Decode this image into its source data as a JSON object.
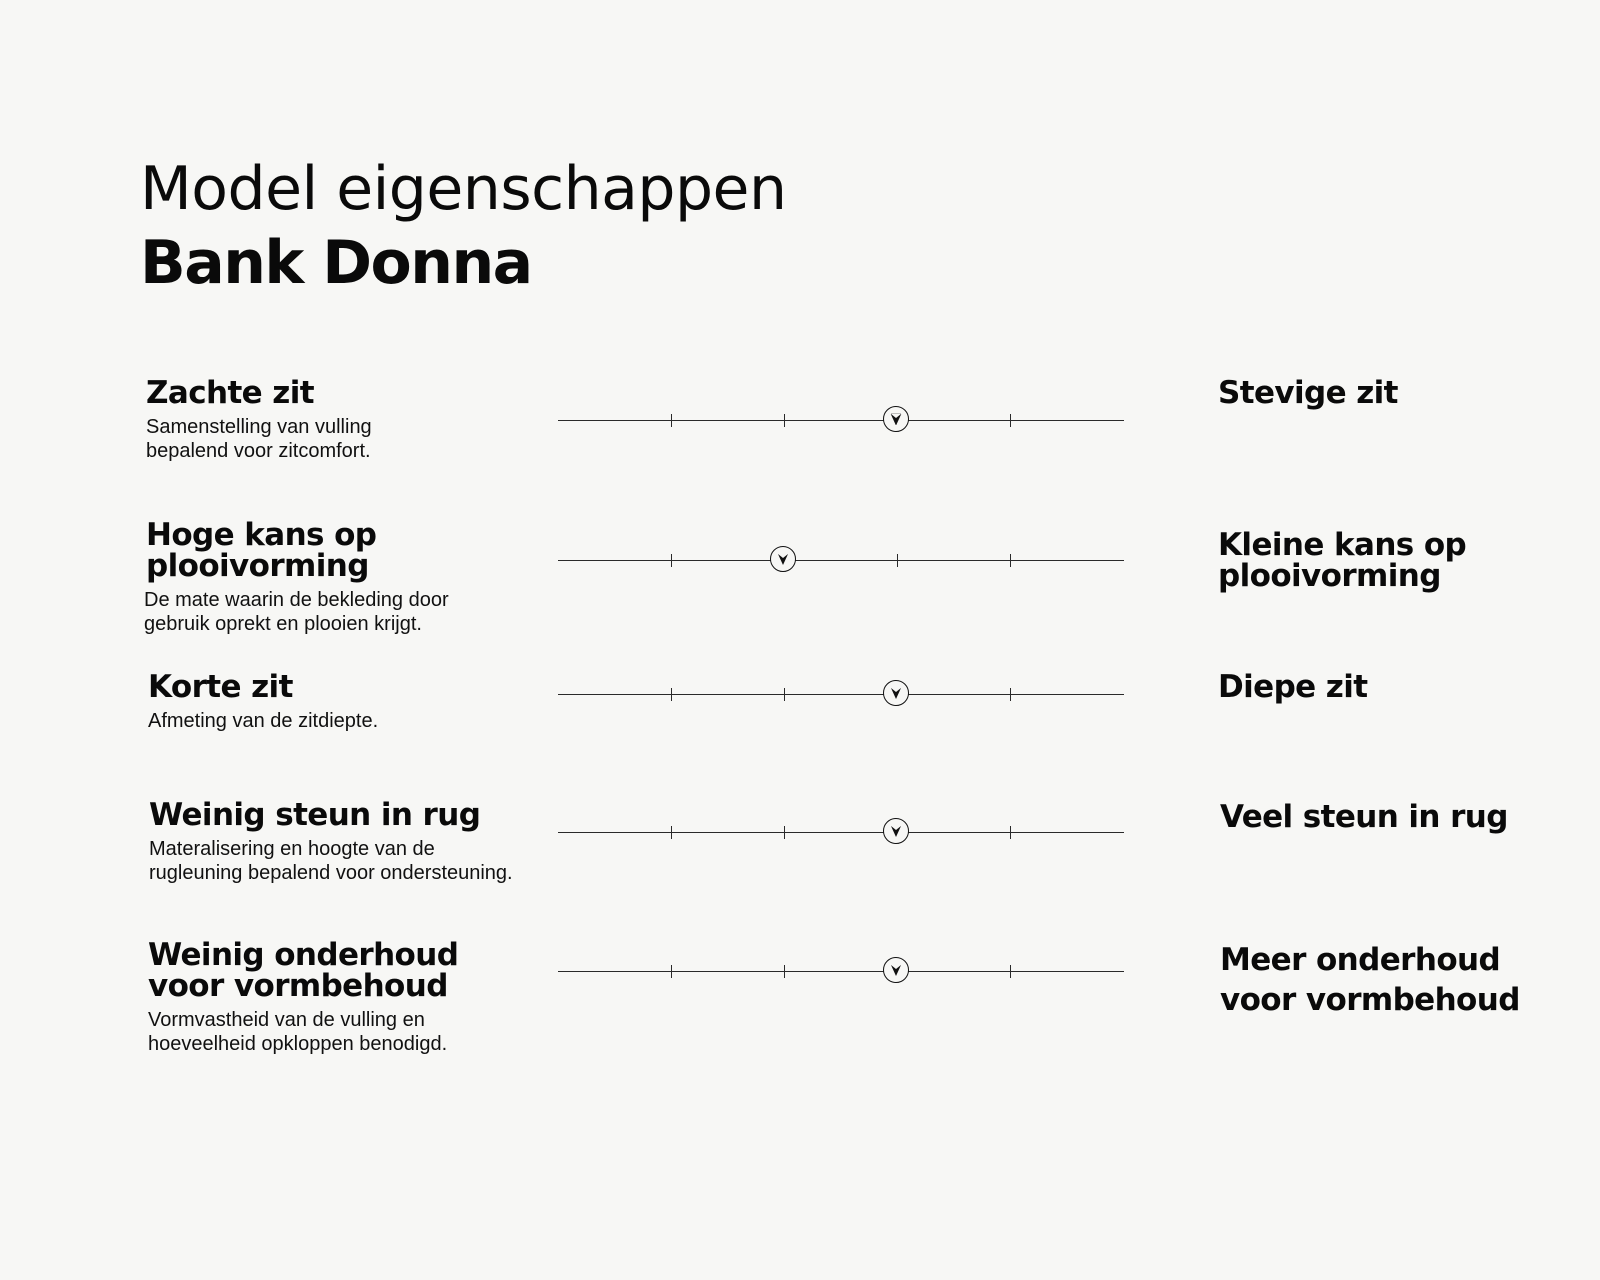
{
  "header": {
    "title": "Model eigenschappen",
    "subtitle": "Bank Donna"
  },
  "scale": {
    "steps": 5,
    "tick_positions": [
      2,
      3,
      4,
      5
    ]
  },
  "properties": [
    {
      "left_label": "Zachte zit",
      "description": "Samenstelling van vulling\nbepalend voor zitcomfort.",
      "right_label": "Stevige zit",
      "value": 4
    },
    {
      "left_label": "Hoge kans op\nplooivorming",
      "description": "De mate waarin de bekleding door\ngebruik oprekt en plooien krijgt.",
      "right_label": "Kleine kans op\nplooivorming",
      "value": 3
    },
    {
      "left_label": "Korte zit",
      "description": "Afmeting van de zitdiepte.",
      "right_label": "Diepe zit",
      "value": 4
    },
    {
      "left_label": "Weinig steun in rug",
      "description": "Materalisering en hoogte van de\nrugleuning bepalend voor ondersteuning.",
      "right_label": "Veel steun in rug",
      "value": 4
    },
    {
      "left_label": "Weinig onderhoud\nvoor vormbehoud",
      "description": "Vormvastheid van de vulling en\nhoeveelheid opkloppen benodigd.",
      "right_label": "Meer onderhoud\nvoor vormbehoud",
      "value": 4
    }
  ],
  "icons": {
    "knob": "arrow-pointer-icon"
  },
  "colors": {
    "background": "#f7f7f5",
    "text": "#0a0a0a",
    "track": "#2a2a2a"
  }
}
